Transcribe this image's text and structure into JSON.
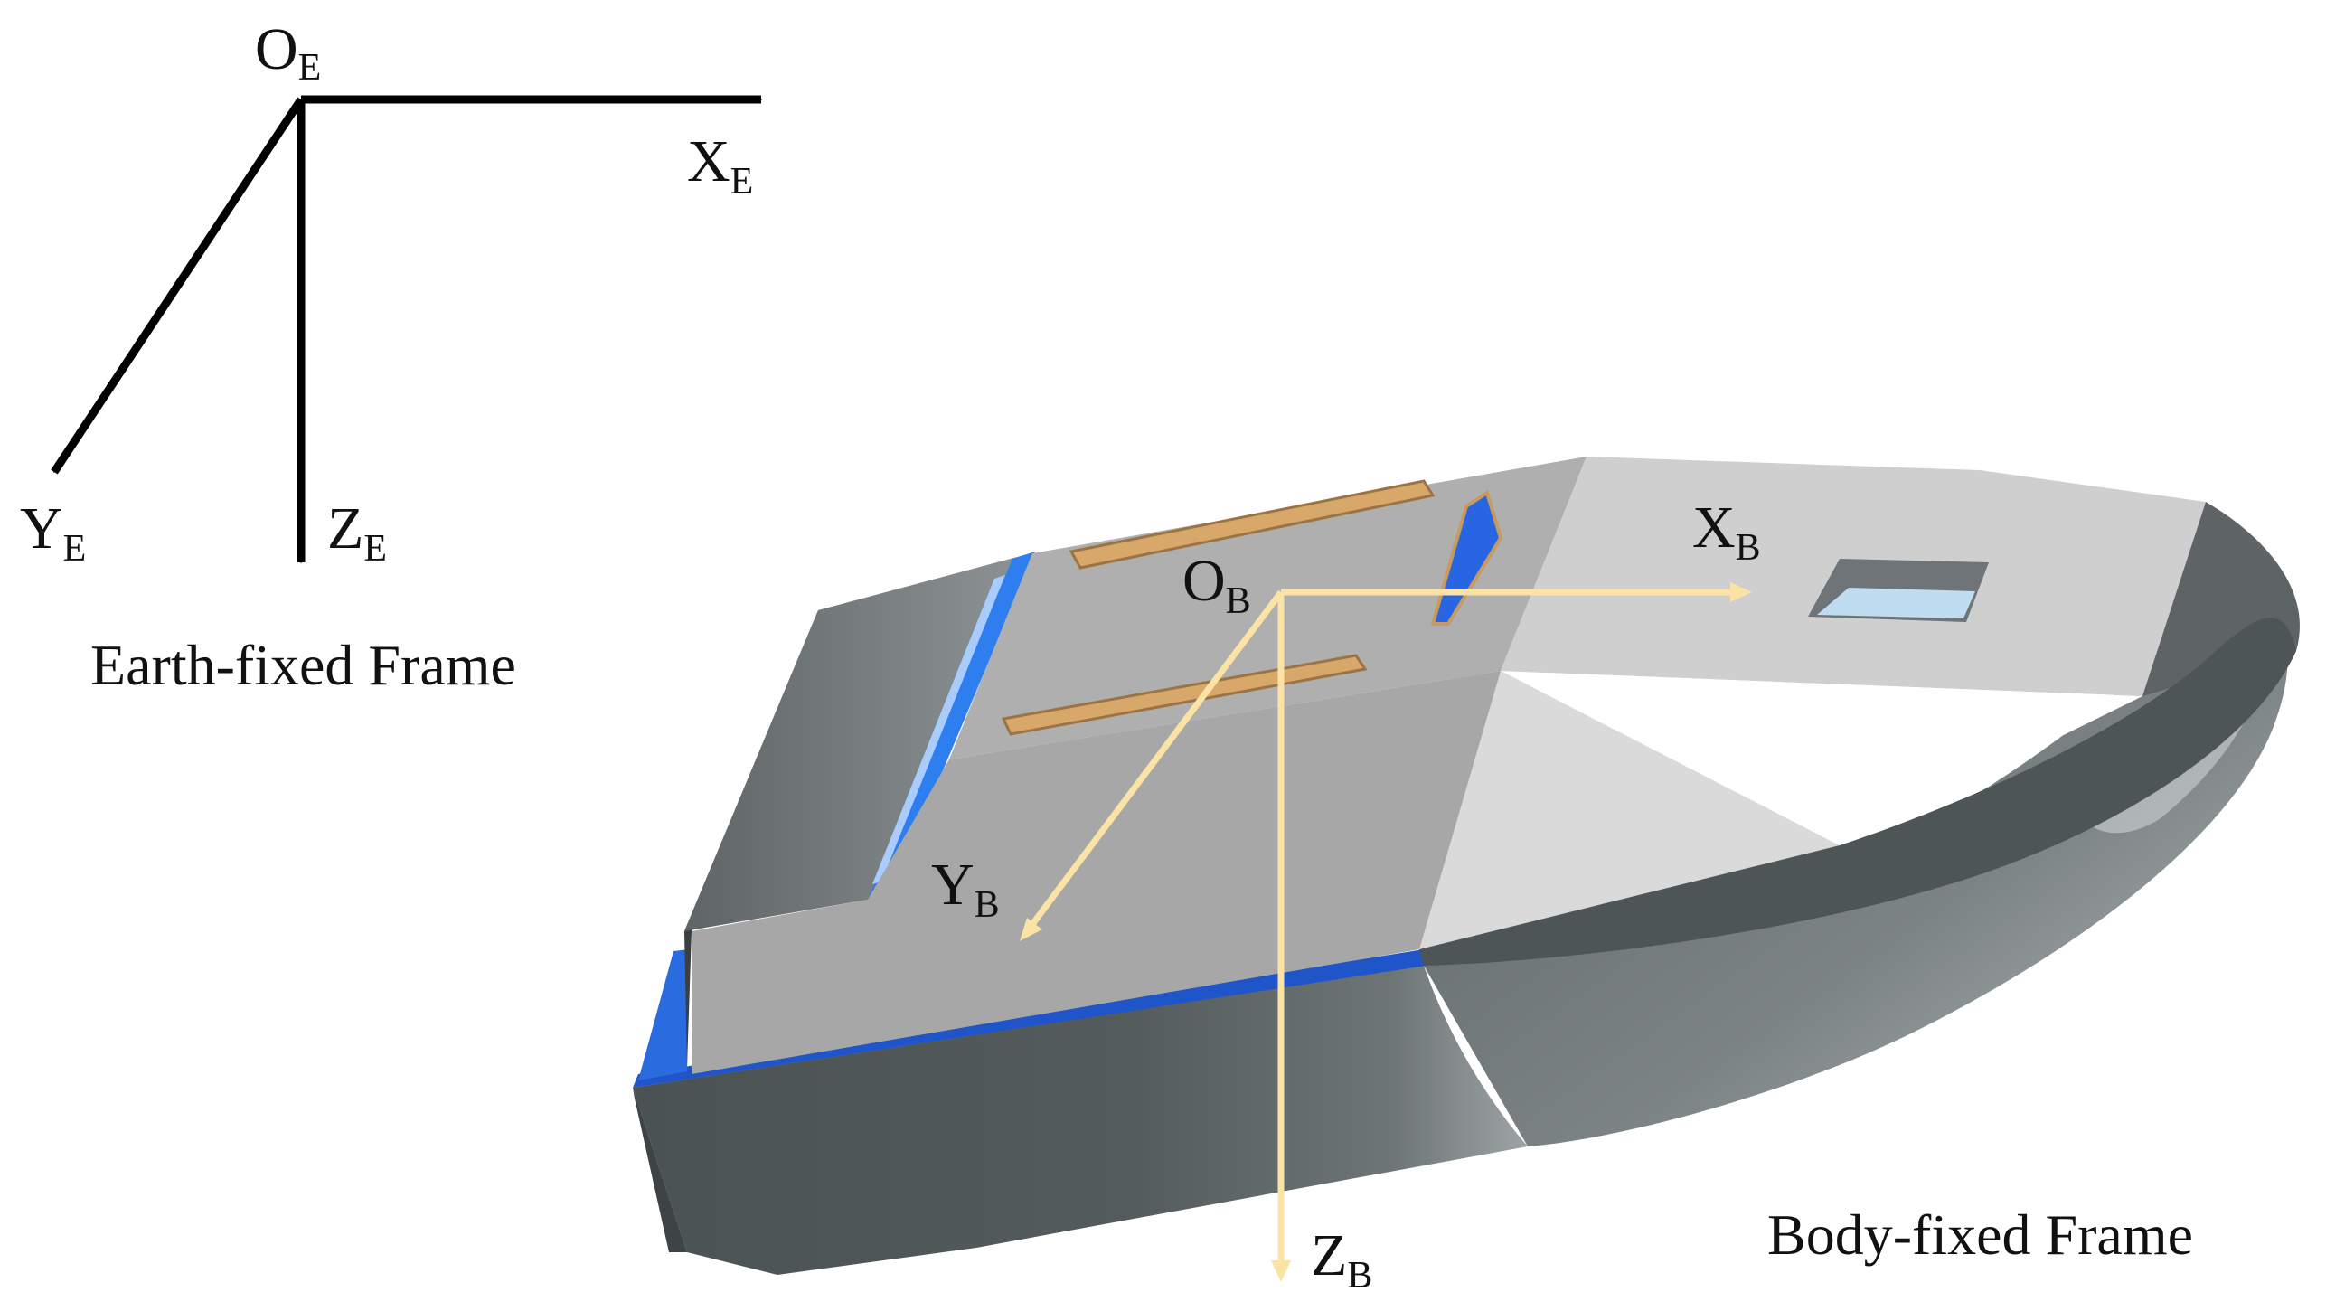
{
  "earth_frame": {
    "origin": {
      "main": "O",
      "sub": "E"
    },
    "x_axis": {
      "main": "X",
      "sub": "E"
    },
    "y_axis": {
      "main": "Y",
      "sub": "E"
    },
    "z_axis": {
      "main": "Z",
      "sub": "E"
    },
    "caption": "Earth-fixed Frame"
  },
  "body_frame": {
    "origin": {
      "main": "O",
      "sub": "B"
    },
    "x_axis": {
      "main": "X",
      "sub": "B"
    },
    "y_axis": {
      "main": "Y",
      "sub": "B"
    },
    "z_axis": {
      "main": "Z",
      "sub": "B"
    },
    "caption": "Body-fixed Frame"
  },
  "colors": {
    "earth_axes": "#000000",
    "body_axes": "#FBE3A6",
    "hull_dark": "#4F5658",
    "deck_light": "#A9A9A9",
    "blue_trim": "#1F66E0",
    "wood_strips": "#D7A86A"
  }
}
